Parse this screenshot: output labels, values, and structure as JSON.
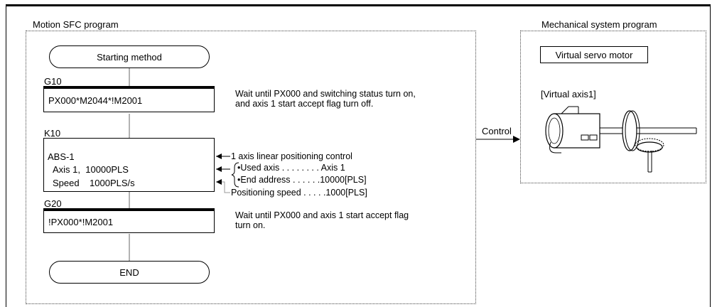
{
  "title": "Motion SFC program",
  "sfc": {
    "start": "Starting method",
    "g10": {
      "label": "G10",
      "condition": "PX000*M2044*!M2001",
      "note_line1": "Wait until PX000 and switching status turn on,",
      "note_line2": "and axis 1 start accept flag turn off."
    },
    "k10": {
      "label": "K10",
      "line1": "ABS-1",
      "line2": "Axis 1,  10000PLS",
      "line3": "Speed    1000PLS/s",
      "ann1": "1 axis linear positioning control",
      "ann2": "•Used axis . . . . . . . . Axis 1",
      "ann3": "•End address . . . . . .10000[PLS]",
      "ann4": "Positioning speed . . . . .1000[PLS]"
    },
    "g20": {
      "label": "G20",
      "condition": "!PX000*!M2001",
      "note_line1": "Wait until PX000 and axis 1 start accept flag",
      "note_line2": "turn on."
    },
    "end": "END"
  },
  "control_label": "Control",
  "mechanical": {
    "title": "Mechanical system program",
    "motor_box": "Virtual servo motor",
    "axis_label": "[Virtual axis1]"
  }
}
